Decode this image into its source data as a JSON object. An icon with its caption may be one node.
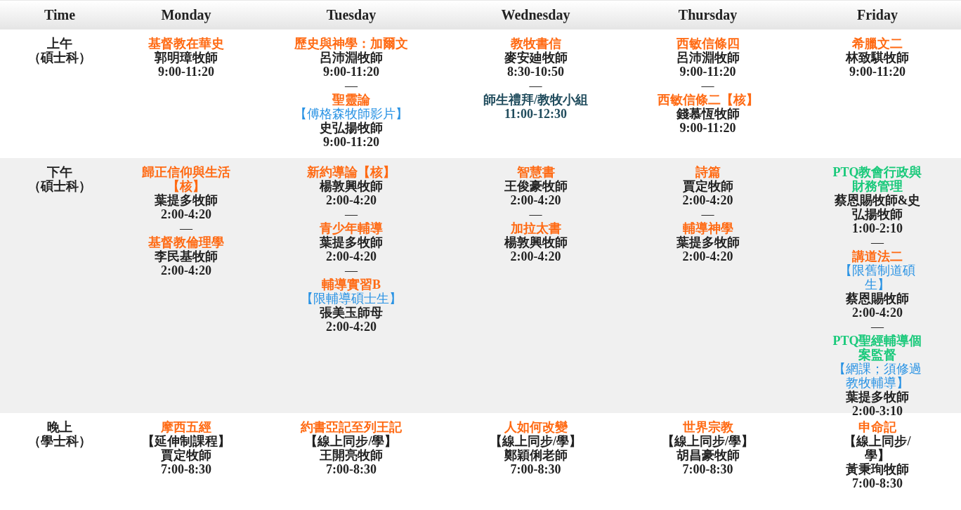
{
  "diagram": {
    "labels": [
      "Time",
      "Monday",
      "Tuesday",
      "Wednesday",
      "Thursday",
      "Friday",
      "上午",
      "（碩士科）",
      "基督教在華史",
      "郭明璋牧師",
      "9:00-11:20",
      "歷史與神學：加爾文",
      "呂沛淵牧師",
      "9:00-11:20",
      "—",
      "聖靈論",
      "【傅格森牧師影片】",
      "史弘揚牧師",
      "9:00-11:20",
      "教牧書信",
      "麥安廸牧師",
      "8:30-10:50",
      "—",
      "師生禮拜/教牧小組",
      "11:00-12:30",
      "西敏信條四",
      "呂沛淵牧師",
      "9:00-11:20",
      "—",
      "西敏信條二【核】",
      "錢慕恆牧師",
      "9:00-11:20",
      "希臘文二",
      "林致騏牧師",
      "9:00-11:20",
      "下午",
      "（碩士科）",
      "歸正信仰與生活【核】",
      "葉提多牧師",
      "2:00-4:20",
      "—",
      "基督教倫理學",
      "李民基牧師",
      "2:00-4:20",
      "新約導論【核】",
      "楊敦興牧師",
      "2:00-4:20",
      "—",
      "青少年輔導",
      "葉提多牧師",
      "2:00-4:20",
      "—",
      "輔導實習B",
      "【限輔導碩士生】",
      "張美玉師母",
      "2:00-4:20",
      "智慧書",
      "王俊豪牧師",
      "2:00-4:20",
      "—",
      "加拉太書",
      "楊敦興牧師",
      "2:00-4:20",
      "詩篇",
      "賈定牧師",
      "2:00-4:20",
      "—",
      "輔導神學",
      "葉提多牧師",
      "2:00-4:20",
      "PTQ教會行政與財務管理",
      "蔡恩賜牧師&史弘揚牧師",
      "1:00-2:10",
      "—",
      "講道法二",
      "【限舊制道碩生】",
      "蔡恩賜牧師",
      "2:00-4:20",
      "—",
      "PTQ聖經輔導個案監督",
      "【網課；須修過教牧輔導】",
      "葉提多牧師",
      "2:00-3:10",
      "晚上",
      "（學士科）",
      "摩西五經",
      "【延伸制課程】",
      "賈定牧師",
      "7:00-8:30",
      "約書亞記至列王記",
      "【線上同步/學】",
      "王開亮牧師",
      "7:00-8:30",
      "人如何改變",
      "【線上同步/學】",
      "鄭穎俐老師",
      "7:00-8:30",
      "世界宗教",
      "【線上同步/學】",
      "胡昌豪牧師",
      "7:00-8:30",
      "申命記",
      "【線上同步/學】",
      "黃秉珣牧師",
      "7:00-8:30"
    ]
  }
}
